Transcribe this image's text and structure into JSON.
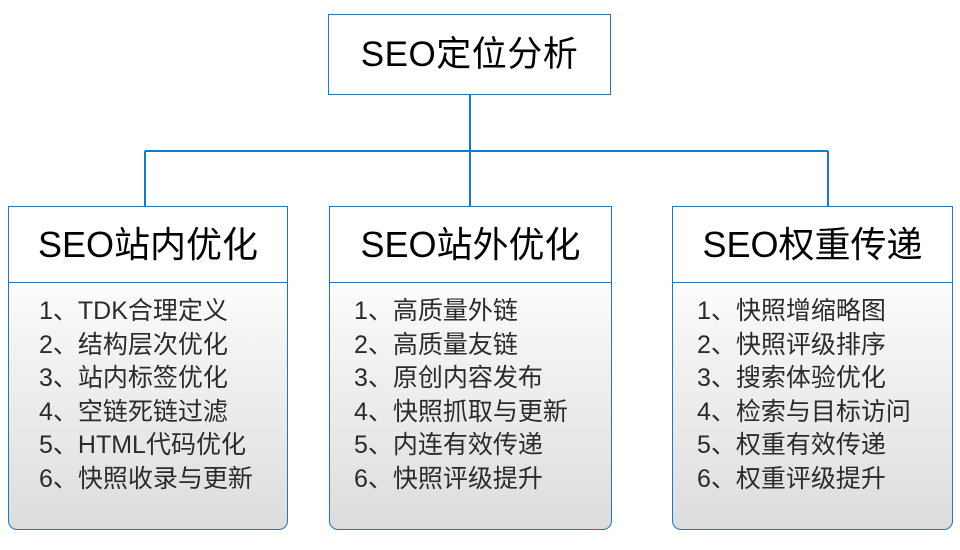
{
  "diagram": {
    "title": "SEO定位分析",
    "accent_color": "#1f76c2",
    "text_color": "#000000",
    "body_text_color": "#2b2b2b",
    "root": {
      "label": "SEO定位分析"
    },
    "columns": [
      {
        "header": "SEO站内优化",
        "items": [
          "1、TDK合理定义",
          "2、结构层次优化",
          "3、站内标签优化",
          "4、空链死链过滤",
          "5、HTML代码优化",
          "6、快照收录与更新"
        ]
      },
      {
        "header": "SEO站外优化",
        "items": [
          "1、高质量外链",
          "2、高质量友链",
          "3、原创内容发布",
          "4、快照抓取与更新",
          "5、内连有效传递",
          "6、快照评级提升"
        ]
      },
      {
        "header": "SEO权重传递",
        "items": [
          "1、快照增缩略图",
          "2、快照评级排序",
          "3、搜索体验优化",
          "4、检索与目标访问",
          "5、权重有效传递",
          "6、权重评级提升"
        ]
      }
    ]
  }
}
